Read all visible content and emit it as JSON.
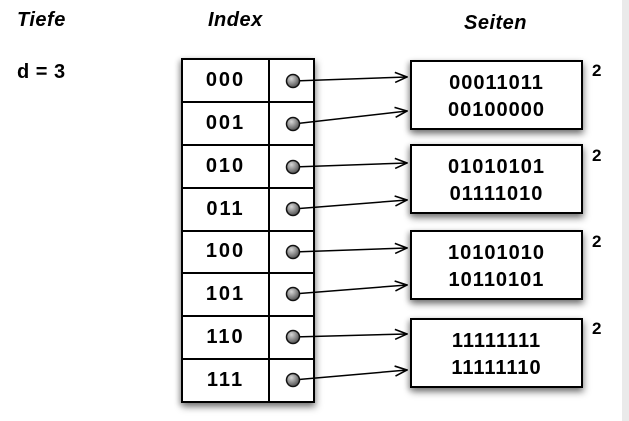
{
  "labels": {
    "depth_header": "Tiefe",
    "index_header": "Index",
    "pages_header": "Seiten",
    "depth_value": "d = 3"
  },
  "index_table": {
    "entries": [
      "000",
      "001",
      "010",
      "011",
      "100",
      "101",
      "110",
      "111"
    ]
  },
  "pages": [
    {
      "lines": [
        "00011011",
        "00100000"
      ],
      "local_depth": "2"
    },
    {
      "lines": [
        "01010101",
        "01111010"
      ],
      "local_depth": "2"
    },
    {
      "lines": [
        "10101010",
        "10110101"
      ],
      "local_depth": "2"
    },
    {
      "lines": [
        "11111111",
        "11111110"
      ],
      "local_depth": "2"
    }
  ],
  "connections": [
    {
      "from_entry": "000",
      "to_page": 1
    },
    {
      "from_entry": "001",
      "to_page": 1
    },
    {
      "from_entry": "010",
      "to_page": 2
    },
    {
      "from_entry": "011",
      "to_page": 2
    },
    {
      "from_entry": "100",
      "to_page": 3
    },
    {
      "from_entry": "101",
      "to_page": 3
    },
    {
      "from_entry": "110",
      "to_page": 4
    },
    {
      "from_entry": "111",
      "to_page": 4
    }
  ],
  "colors": {
    "background": "#ffffff",
    "stroke": "#000000",
    "pointer_fill": "#8a8a8a",
    "page_edge_strip": "#eaeaea"
  }
}
